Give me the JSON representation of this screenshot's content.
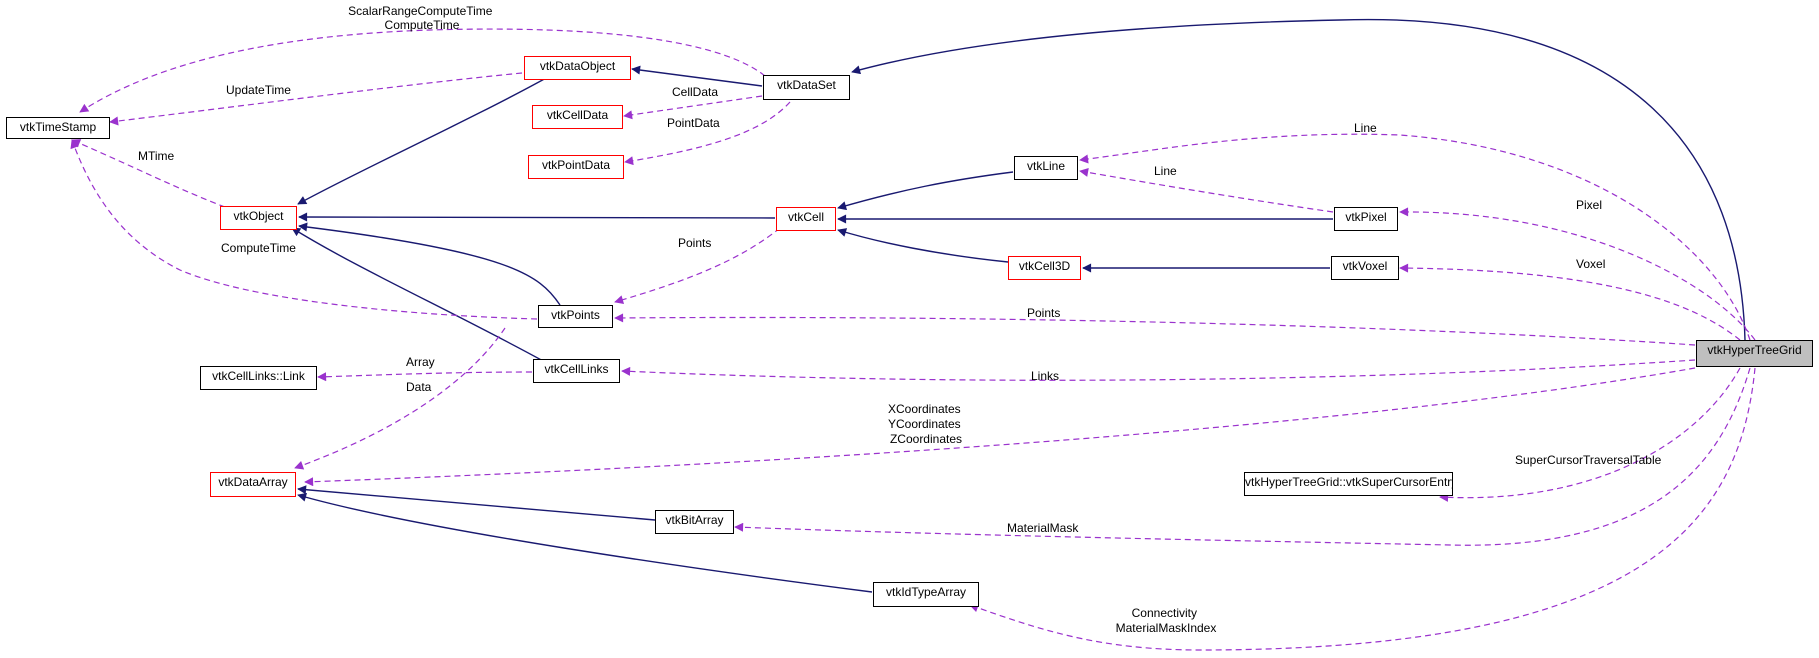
{
  "nodes": [
    {
      "id": "vtkTimeStamp",
      "label": "vtkTimeStamp",
      "border": "black"
    },
    {
      "id": "vtkDataObject",
      "label": "vtkDataObject",
      "border": "red"
    },
    {
      "id": "vtkDataSet",
      "label": "vtkDataSet",
      "border": "black"
    },
    {
      "id": "vtkCellData",
      "label": "vtkCellData",
      "border": "red"
    },
    {
      "id": "vtkPointData",
      "label": "vtkPointData",
      "border": "red"
    },
    {
      "id": "vtkObject",
      "label": "vtkObject",
      "border": "red"
    },
    {
      "id": "vtkLine",
      "label": "vtkLine",
      "border": "black"
    },
    {
      "id": "vtkCell",
      "label": "vtkCell",
      "border": "red"
    },
    {
      "id": "vtkPixel",
      "label": "vtkPixel",
      "border": "black"
    },
    {
      "id": "vtkCell3D",
      "label": "vtkCell3D",
      "border": "red"
    },
    {
      "id": "vtkVoxel",
      "label": "vtkVoxel",
      "border": "black"
    },
    {
      "id": "vtkPoints",
      "label": "vtkPoints",
      "border": "black"
    },
    {
      "id": "vtkCellLinksLink",
      "label": "vtkCellLinks::Link",
      "border": "black"
    },
    {
      "id": "vtkCellLinks",
      "label": "vtkCellLinks",
      "border": "black"
    },
    {
      "id": "vtkHyperTreeGrid",
      "label": "vtkHyperTreeGrid",
      "border": "black",
      "focus": true
    },
    {
      "id": "vtkSuperCursorEntry",
      "label": "vtkHyperTreeGrid::vtkSuperCursorEntry",
      "border": "black"
    },
    {
      "id": "vtkDataArray",
      "label": "vtkDataArray",
      "border": "red"
    },
    {
      "id": "vtkBitArray",
      "label": "vtkBitArray",
      "border": "black"
    },
    {
      "id": "vtkIdTypeArray",
      "label": "vtkIdTypeArray",
      "border": "black"
    }
  ],
  "edge_labels": {
    "scalar_range": [
      "ScalarRangeComputeTime",
      "ComputeTime"
    ],
    "update_time": "UpdateTime",
    "cell_data": "CellData",
    "point_data": "PointData",
    "mtime": "MTime",
    "compute_time": "ComputeTime",
    "line_pixel": "Line",
    "line_grid": "Line",
    "pixel": "Pixel",
    "voxel": "Voxel",
    "points_cell": "Points",
    "points_grid": "Points",
    "array": "Array",
    "data": "Data",
    "links": "Links",
    "coordinates": [
      "XCoordinates",
      "YCoordinates",
      "ZCoordinates"
    ],
    "super_cursor": "SuperCursorTraversalTable",
    "material_mask": "MaterialMask",
    "connectivity": [
      "Connectivity",
      "MaterialMaskIndex"
    ]
  },
  "colors": {
    "inheritance_edge": "#191970",
    "usage_edge": "#9a32cd",
    "red_border": "#ff0000",
    "focus_fill": "#bfbfbf"
  }
}
